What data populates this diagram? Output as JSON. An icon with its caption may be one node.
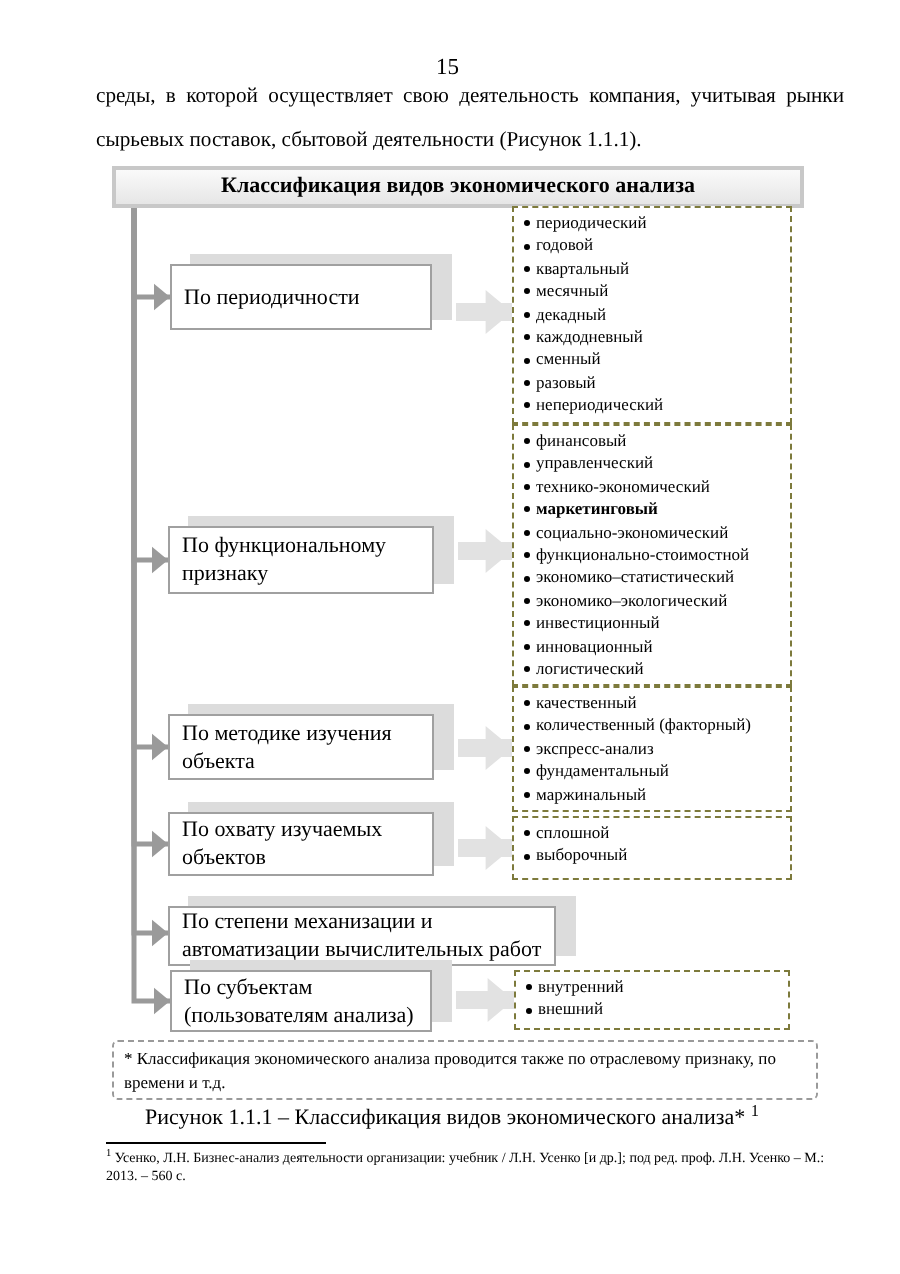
{
  "diagram": {
    "caption": "Рисунок 1.1.1 – Классификация видов экономического анализа* $^{1}$",
    "nodes": [
      {
        "text": [
          "Классификация видов экономического анализа"
        ]
      },
      {
        "text": [
          "По периодичности"
        ]
      },
      {
        "text": [
          "периодический",
          "годовой",
          "квартальный",
          "месячный",
          "декадный",
          "каждодневный",
          "сменный",
          "разовый",
          "непериодический"
        ]
      },
      {
        "text": [
          "По функциональному признаку"
        ]
      },
      {
        "text": [
          "финансовый",
          "управленческий",
          "технико-экономический",
          "**маркетинговый**",
          "социально-экономический",
          "функционально-стоимостной",
          "экономико–статистический",
          "экономико–экологический",
          "инвестиционный",
          "инновационный",
          "логистический"
        ]
      },
      {
        "text": [
          "По методике изучения объекта"
        ]
      },
      {
        "text": [
          "качественный",
          "количественный (факторный)",
          "экспресс-анализ",
          "фундаментальный",
          "маржинальный"
        ]
      },
      {
        "text": [
          "По охвату изучаемых объектов"
        ]
      },
      {
        "text": [
          "сплошной",
          "выборочный"
        ]
      },
      {
        "text": [
          "По степени механизации и автоматизации вычислительных работ"
        ]
      },
      {
        "text": [
          "По субъектам (пользователям анализа)"
        ]
      },
      {
        "text": [
          "внутренний",
          "внешний"
        ]
      },
      {
        "text": [
          "* Классификация экономического анализа проводится также по отраслевому признаку, по времени и т.д."
        ]
      }
    ],
    "edges": [
      {
        "from": 0,
        "to": 1,
        "arrow": "to"
      },
      {
        "from": 0,
        "to": 3,
        "arrow": "to"
      },
      {
        "from": 0,
        "to": 5,
        "arrow": "to"
      },
      {
        "from": 0,
        "to": 7,
        "arrow": "to"
      },
      {
        "from": 0,
        "to": 9,
        "arrow": "to"
      },
      {
        "from": 0,
        "to": 10,
        "arrow": "to"
      },
      {
        "from": 1,
        "to": 2,
        "arrow": "to",
        "style": "thick",
        "color": "#e2e2e2"
      },
      {
        "from": 3,
        "to": 4,
        "arrow": "to",
        "style": "thick",
        "color": "#e2e2e2"
      },
      {
        "from": 5,
        "to": 6,
        "arrow": "to",
        "style": "thick",
        "color": "#e2e2e2"
      },
      {
        "from": 7,
        "to": 8,
        "arrow": "to",
        "style": "thick",
        "color": "#e2e2e2"
      },
      {
        "from": 10,
        "to": 11,
        "arrow": "to",
        "style": "thick",
        "color": "#e2e2e2"
      }
    ],
    "labels": [
      "15",
      "среды, в которой осуществляет свою деятельность компания, учитывая рынки сырьевых поставок, сбытовой деятельности (Рисунок 1.1.1).",
      "$^{1}$ Усенко, Л.Н. Бизнес-анализ деятельности организации: учебник / Л.Н. Усенко [и др.]; под ред. проф. Л.Н. Усенко – М.: 2013. – 560 с."
    ]
  }
}
